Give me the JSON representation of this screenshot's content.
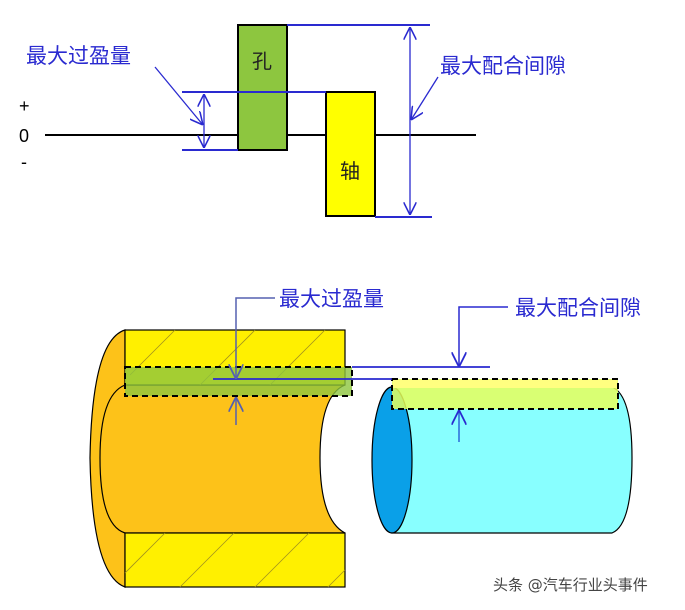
{
  "top_diagram": {
    "axis": {
      "plus": "+",
      "zero": "0",
      "minus": "-"
    },
    "hole_label": "孔",
    "shaft_label": "轴",
    "max_interference_label": "最大过盈量",
    "max_clearance_label": "最大配合间隙"
  },
  "bottom_diagram": {
    "max_interference_label": "最大过盈量",
    "max_clearance_label": "最大配合间隙"
  },
  "watermark": "头条 @汽车行业头事件",
  "colors": {
    "hole_green": "#8dc63f",
    "shaft_yellow": "#ffff00",
    "annotation_blue": "#2a2ad0",
    "sleeve_orange": "#fdc219",
    "sleeve_yellow": "#fff000",
    "shaft_cyan": "#88ffff",
    "shaft_end_blue": "#0aa0e8"
  }
}
